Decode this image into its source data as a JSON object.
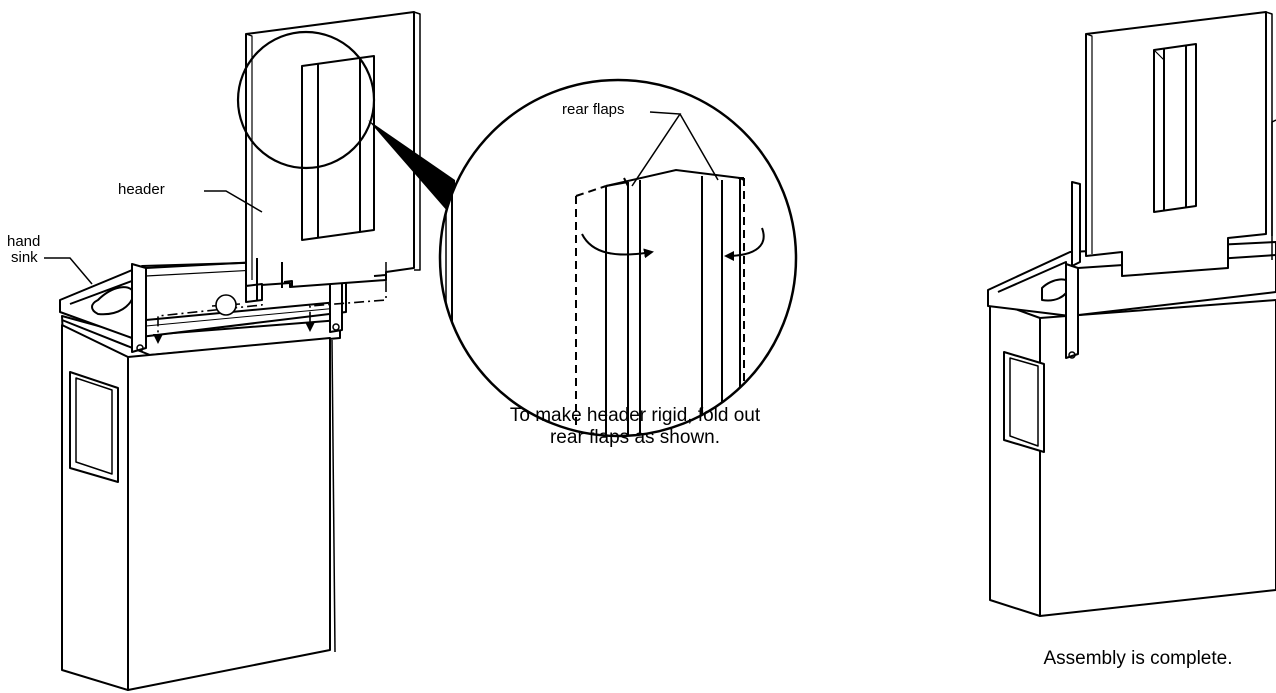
{
  "labels": {
    "header": "header",
    "hand_sink_line1": "hand",
    "hand_sink_line2": "sink",
    "rear_flaps": "rear flaps"
  },
  "captions": {
    "fold_line1": "To make header rigid, fold out",
    "fold_line2": "rear flaps as shown.",
    "complete": "Assembly is complete."
  },
  "colors": {
    "line": "#000000",
    "background": "#ffffff"
  }
}
